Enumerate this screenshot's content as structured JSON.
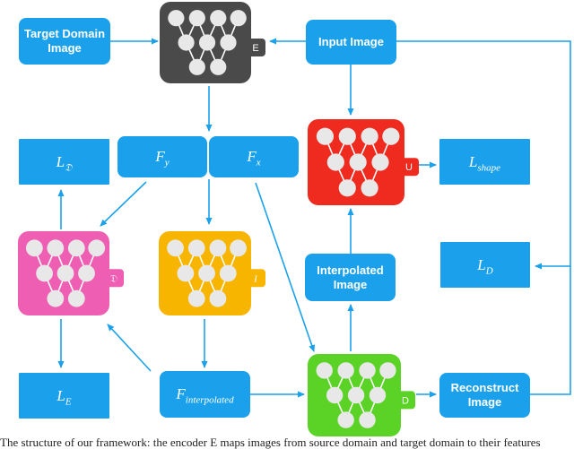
{
  "colors": {
    "box": "#1ba1ec",
    "arrow": "#1ba1ec",
    "encoder": "#4a4a4a",
    "discriminator": "#ee5eb3",
    "interpolator": "#f7b500",
    "unet": "#ef2a1f",
    "decoder": "#5bd326",
    "node": "#e8e8e8",
    "node_line": "#ffffff"
  },
  "boxes": {
    "target_domain": [
      "Target Domain",
      "Image"
    ],
    "input_image": "Input Image",
    "interpolated_image": [
      "Interpolated",
      "Image"
    ],
    "reconstruct_image": [
      "Reconstruct",
      "Image"
    ]
  },
  "math": {
    "L_D_tag": {
      "base": "L",
      "sub": "𝔇"
    },
    "F_y": {
      "base": "F",
      "sub": "y"
    },
    "F_x": {
      "base": "F",
      "sub": "x"
    },
    "L_shape": {
      "base": "L",
      "sub": "shape"
    },
    "L_D": {
      "base": "L",
      "sub": "D"
    },
    "L_E": {
      "base": "L",
      "sub": "E"
    },
    "F_interp": {
      "base": "F",
      "sub": "interpolated"
    }
  },
  "networks": {
    "encoder": {
      "tag": "E",
      "icon": "neural-network-icon"
    },
    "unet": {
      "tag": "U",
      "icon": "neural-network-icon"
    },
    "discriminator": {
      "tag": "𝔇",
      "icon": "neural-network-icon"
    },
    "interpolator": {
      "tag": "I",
      "icon": "neural-network-icon"
    },
    "decoder": {
      "tag": "D",
      "icon": "neural-network-icon"
    }
  },
  "caption": "The structure of our framework: the encoder E maps images from source domain and target domain to their features"
}
